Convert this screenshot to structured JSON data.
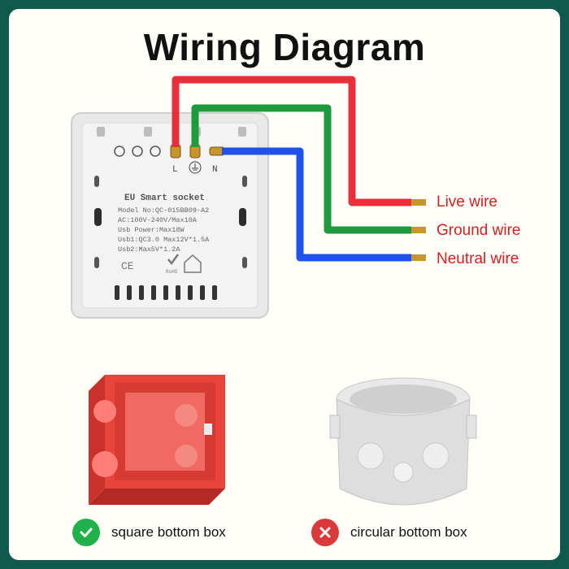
{
  "title": "Wiring Diagram",
  "socket": {
    "heading": "EU Smart socket",
    "specs": [
      "Model No:QC-015BB09-A2",
      "AC:100V-240V/Max10A",
      "Usb Power:Max18W",
      "Usb1:QC3.0 Max12V*1.5A",
      "Usb2:Max5V*1.2A"
    ],
    "terminal_labels": [
      "L",
      "N"
    ],
    "cert_marks": [
      "CE",
      "RoHS"
    ]
  },
  "wires": [
    {
      "label": "Live wire",
      "color": "#e8303a"
    },
    {
      "label": "Ground wire",
      "color": "#1f9a3c"
    },
    {
      "label": "Neutral wire",
      "color": "#1f52e8"
    }
  ],
  "label_color": "#d42020",
  "boxes": {
    "square": {
      "label": "square bottom box",
      "status": "ok",
      "icon": "check-icon",
      "color": "#21b14a"
    },
    "circular": {
      "label": "circular bottom box",
      "status": "wrong",
      "icon": "cross-icon",
      "color": "#d93a3a"
    }
  }
}
